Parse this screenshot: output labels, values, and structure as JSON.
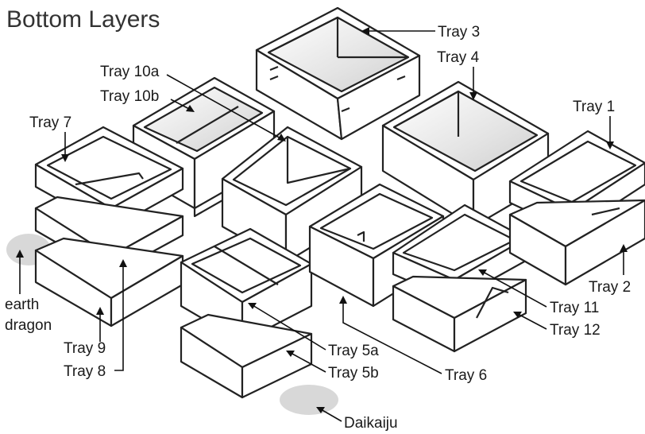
{
  "title": "Bottom Layers",
  "labels": {
    "tray3": "Tray 3",
    "tray4": "Tray 4",
    "tray10a": "Tray 10a",
    "tray10b": "Tray 10b",
    "tray7": "Tray 7",
    "tray1": "Tray 1",
    "tray2": "Tray 2",
    "tray11": "Tray 11",
    "tray12": "Tray 12",
    "tray6": "Tray 6",
    "tray5a": "Tray 5a",
    "tray5b": "Tray 5b",
    "tray9": "Tray 9",
    "tray8": "Tray 8",
    "earth_dragon_1": "earth",
    "earth_dragon_2": "dragon",
    "daikaiju": "Daikaiju"
  },
  "colors": {
    "line": "#222222",
    "marker_gray": "#d8d8d8",
    "inner_shade": "#e6e6e6",
    "title": "#333333"
  }
}
